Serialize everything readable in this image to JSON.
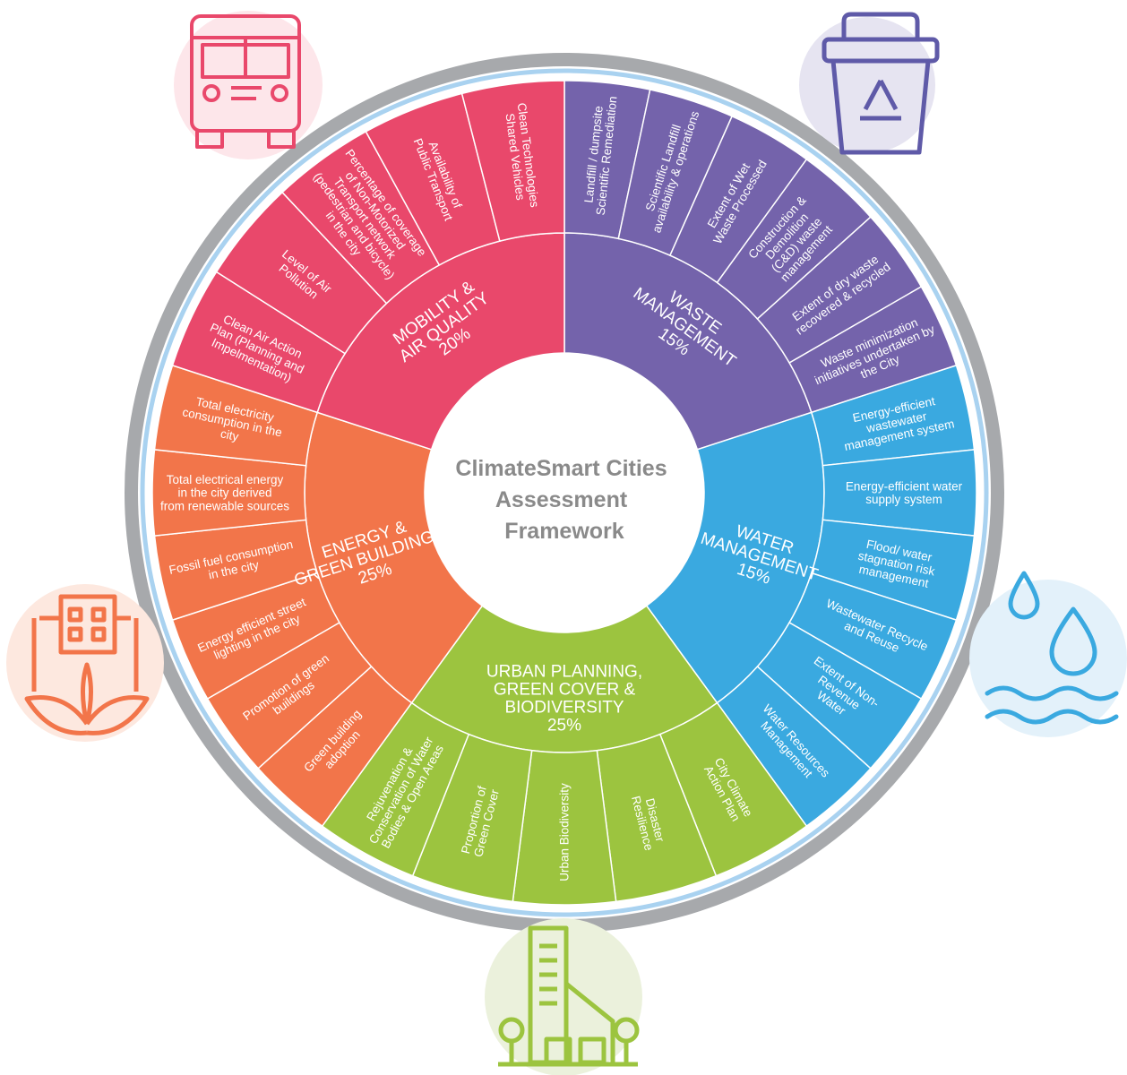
{
  "center": {
    "lines": [
      "ClimateSmart Cities",
      "Assessment",
      "Framework"
    ],
    "color": "#8a8a8a"
  },
  "sectors": [
    {
      "id": "waste",
      "name_lines": [
        "WASTE",
        "MANAGEMENT",
        "15%"
      ],
      "color": "#7463ab",
      "icon": "recycle-bin-icon",
      "indicators": [
        [
          "Landfill / dumpsite",
          "Scientific Remediation"
        ],
        [
          "Scientific Landfill",
          "availability & operations"
        ],
        [
          "Extent of Wet",
          "Waste Processed"
        ],
        [
          "Construction &",
          "Demolition",
          "(C&D) waste",
          "management"
        ],
        [
          "Extent of dry waste",
          "recovered & recycled"
        ],
        [
          "Waste minimization",
          "initiatives undertaken by",
          "the City"
        ]
      ]
    },
    {
      "id": "water",
      "name_lines": [
        "WATER",
        "MANAGEMENT",
        "15%"
      ],
      "color": "#3aa9e0",
      "icon": "water-drops-icon",
      "indicators": [
        [
          "Energy-efficient",
          "wastewater",
          "management system"
        ],
        [
          "Energy-efficient water",
          "supply system"
        ],
        [
          "Flood/ water",
          "stagnation risk",
          "management"
        ],
        [
          "Wastewater Recycle",
          "and Reuse"
        ],
        [
          "Extent of Non-",
          "Revenue",
          "Water"
        ],
        [
          "Water Resources",
          "Management"
        ]
      ]
    },
    {
      "id": "urban",
      "name_lines": [
        "URBAN PLANNING,",
        "GREEN COVER &",
        "BIODIVERSITY",
        "25%"
      ],
      "color": "#9cc43f",
      "icon": "green-building-icon",
      "indicators": [
        [
          "City Climate",
          "Action Plan"
        ],
        [
          "Disaster",
          "Resilience"
        ],
        [
          "Urban Biodiversity"
        ],
        [
          "Proportion of",
          "Green Cover"
        ],
        [
          "Rejuvenation &",
          "Conservation of Water",
          "Bodies & Open Areas"
        ]
      ]
    },
    {
      "id": "energy",
      "name_lines": [
        "ENERGY &",
        "GREEN BUILDINGS",
        "25%"
      ],
      "color": "#f2754a",
      "icon": "building-leaves-icon",
      "indicators": [
        [
          "Green building",
          "adoption"
        ],
        [
          "Promotion of green",
          "buildings"
        ],
        [
          "Energy efficient street",
          "lighting in the city"
        ],
        [
          "Fossil fuel consumption",
          "in the city"
        ],
        [
          "Total electrical energy",
          "in the city derived",
          "from renewable sources"
        ],
        [
          "Total electricity",
          "consumption in the",
          "city"
        ]
      ]
    },
    {
      "id": "mobility",
      "name_lines": [
        "MOBILITY &",
        "AIR QUALITY",
        "20%"
      ],
      "color": "#e9486b",
      "icon": "bus-icon",
      "indicators": [
        [
          "Clean Air Action",
          "Plan (Planning and",
          "Impelmentation)"
        ],
        [
          "Level of Air",
          "Pollution"
        ],
        [
          "Percentage of coverage",
          "of Non-Motorized",
          "Transport network",
          "(pedestrian and bicycle)",
          "in the city"
        ],
        [
          "Availability of",
          "Public Transport"
        ],
        [
          "Clean Technologies",
          "Shared Vehicles"
        ]
      ]
    }
  ]
}
